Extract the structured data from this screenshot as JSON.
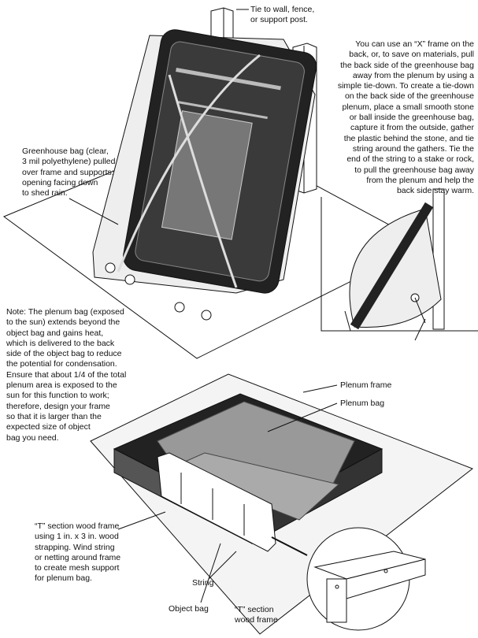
{
  "labels": {
    "tie_post": "Tie to wall, fence,\nor support post.",
    "x_frame_note": "You can use an “X” frame on the\nback, or, to save on materials, pull\nthe back side of the greenhouse bag\naway from the plenum by using a\nsimple tie-down. To create a tie-down\non the back side of the greenhouse\nplenum, place a small smooth stone\nor ball inside the greenhouse bag,\ncapture it from the outside, gather\nthe plastic behind the stone, and tie\nstring around the gathers. Tie the\nend of the string to a stake or rock,\nto pull the greenhouse bag away\nfrom the plenum and help the\nback side stay warm.",
    "greenhouse_bag": "Greenhouse bag (clear,\n3 mil polyethylene) pulled\nover frame and supports;\nopening facing down\nto shed rain.",
    "plenum_note": "Note: The plenum bag (exposed\nto the sun) extends beyond the\nobject bag and gains heat,\nwhich is delivered to the back\nside of the object bag to reduce\nthe potential for condensation.\nEnsure that about 1/4 of the total\nplenum area is exposed to the\nsun for this function to work;\ntherefore, design your frame\nso that it is larger than the\nexpected size of object\nbag you need.",
    "plenum_frame": "Plenum frame",
    "plenum_bag": "Plenum bag",
    "t_section_frame": "“T” section wood frame\nusing 1 in. x 3 in. wood\nstrapping. Wind string\nor netting around frame\nto create mesh support\nfor plenum bag.",
    "string": "String",
    "object_bag": "Object bag",
    "t_section_detail": "“T” section\nwood frame"
  }
}
